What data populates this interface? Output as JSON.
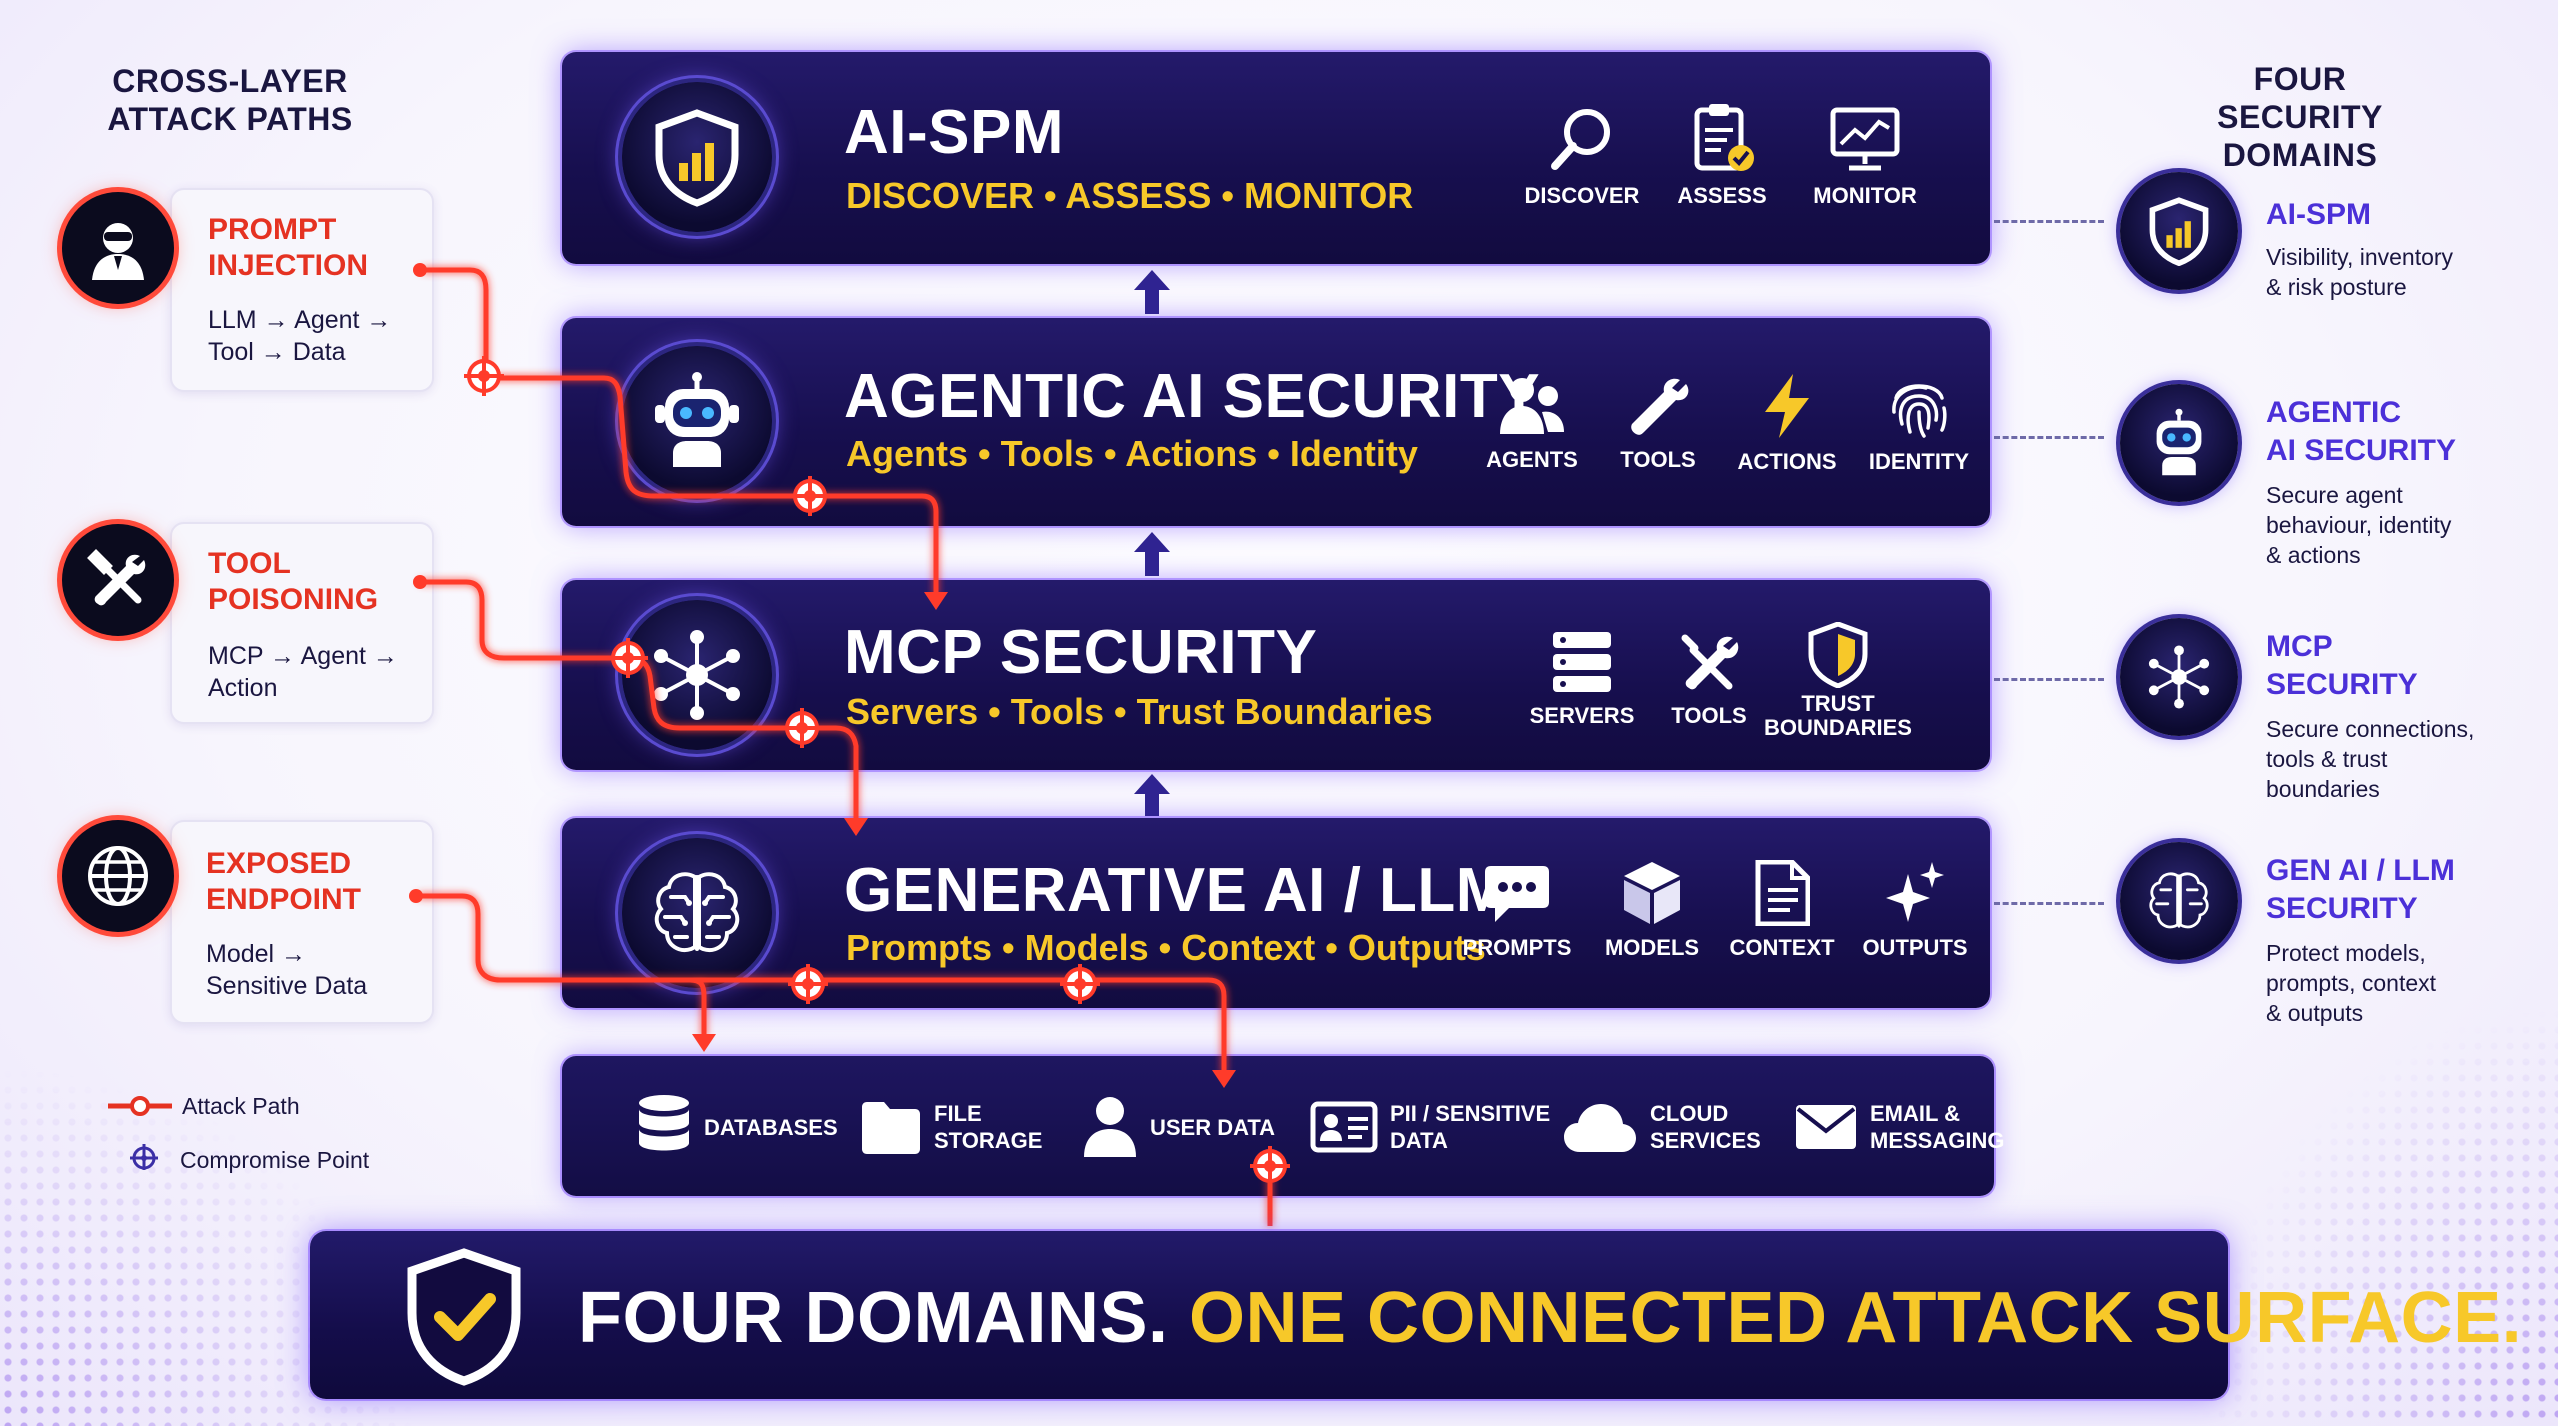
{
  "left_column": {
    "title": [
      "CROSS-LAYER",
      "ATTACK PATHS"
    ],
    "threats": [
      {
        "title": [
          "PROMPT",
          "INJECTION"
        ],
        "path": [
          "LLM → Agent →",
          "Tool → Data"
        ],
        "icon": "hacker-icon"
      },
      {
        "title": [
          "TOOL",
          "POISONING"
        ],
        "path": [
          "MCP → Agent →",
          "Action"
        ],
        "icon": "tools-icon"
      },
      {
        "title": [
          "EXPOSED",
          "ENDPOINT"
        ],
        "path": [
          "Model →",
          "Sensitive Data"
        ],
        "icon": "globe-icon"
      }
    ],
    "legend": {
      "attack_path": "Attack Path",
      "compromise_point": "Compromise Point"
    }
  },
  "layers": [
    {
      "title": "AI-SPM",
      "subtitle": "DISCOVER • ASSESS • MONITOR",
      "badge_icon": "shield-chart-icon",
      "icons": [
        {
          "label": "DISCOVER",
          "icon": "search-icon"
        },
        {
          "label": "ASSESS",
          "icon": "clipboard-check-icon"
        },
        {
          "label": "MONITOR",
          "icon": "monitor-chart-icon"
        }
      ]
    },
    {
      "title": "AGENTIC AI SECURITY",
      "subtitle": "Agents • Tools • Actions • Identity",
      "badge_icon": "robot-icon",
      "icons": [
        {
          "label": "AGENTS",
          "icon": "users-icon"
        },
        {
          "label": "TOOLS",
          "icon": "wrench-icon"
        },
        {
          "label": "ACTIONS",
          "icon": "lightning-icon"
        },
        {
          "label": "IDENTITY",
          "icon": "fingerprint-icon"
        }
      ]
    },
    {
      "title": "MCP SECURITY",
      "subtitle": "Servers • Tools • Trust Boundaries",
      "badge_icon": "network-hub-icon",
      "icons": [
        {
          "label": "SERVERS",
          "icon": "server-stack-icon"
        },
        {
          "label": "TOOLS",
          "icon": "tools-cross-icon"
        },
        {
          "label": "TRUST\nBOUNDARIES",
          "icon": "shield-trust-icon"
        }
      ]
    },
    {
      "title": "GENERATIVE AI / LLM",
      "subtitle": "Prompts • Models • Context • Outputs",
      "badge_icon": "brain-circuit-icon",
      "icons": [
        {
          "label": "PROMPTS",
          "icon": "chat-bubble-icon"
        },
        {
          "label": "MODELS",
          "icon": "cube-icon"
        },
        {
          "label": "CONTEXT",
          "icon": "document-icon"
        },
        {
          "label": "OUTPUTS",
          "icon": "sparkles-icon"
        }
      ]
    }
  ],
  "data_sources": [
    {
      "label": [
        "DATABASES"
      ],
      "icon": "database-icon"
    },
    {
      "label": [
        "FILE",
        "STORAGE"
      ],
      "icon": "folder-icon"
    },
    {
      "label": [
        "USER DATA"
      ],
      "icon": "user-icon"
    },
    {
      "label": [
        "PII / SENSITIVE",
        "DATA"
      ],
      "icon": "id-card-icon"
    },
    {
      "label": [
        "CLOUD",
        "SERVICES"
      ],
      "icon": "cloud-icon"
    },
    {
      "label": [
        "EMAIL &",
        "MESSAGING"
      ],
      "icon": "envelope-icon"
    }
  ],
  "right_column": {
    "title": [
      "FOUR SECURITY",
      "DOMAINS"
    ],
    "domains": [
      {
        "title": [
          "AI-SPM"
        ],
        "desc": [
          "Visibility, inventory",
          "& risk posture"
        ],
        "icon": "shield-chart-icon"
      },
      {
        "title": [
          "AGENTIC",
          "AI SECURITY"
        ],
        "desc": [
          "Secure agent",
          "behaviour, identity",
          "& actions"
        ],
        "icon": "robot-icon"
      },
      {
        "title": [
          "MCP",
          "SECURITY"
        ],
        "desc": [
          "Secure connections,",
          "tools & trust",
          "boundaries"
        ],
        "icon": "network-hub-icon"
      },
      {
        "title": [
          "GEN AI / LLM",
          "SECURITY"
        ],
        "desc": [
          "Protect models,",
          "prompts, context",
          "& outputs"
        ],
        "icon": "brain-circuit-icon"
      }
    ]
  },
  "banner": {
    "white": "FOUR DOMAINS.",
    "yellow": "ONE CONNECTED ATTACK SURFACE.",
    "icon": "shield-check-icon"
  },
  "colors": {
    "navy": "#170f4f",
    "accent_yellow": "#f7c829",
    "attack_red": "#e53222",
    "domain_purple": "#4b30d8"
  }
}
